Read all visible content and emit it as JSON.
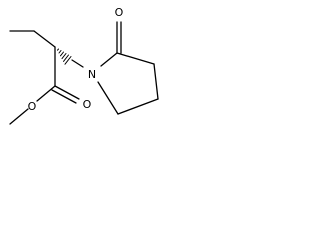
{
  "molecule": {
    "atoms": {
      "ring_carbonyl_oxygen": "O",
      "ring_nitrogen": "N",
      "ester_carbonyl_oxygen": "O",
      "ester_ether_oxygen": "O"
    }
  },
  "colors": {
    "bond": "#000000",
    "label": "#000000",
    "background": "#ffffff"
  }
}
